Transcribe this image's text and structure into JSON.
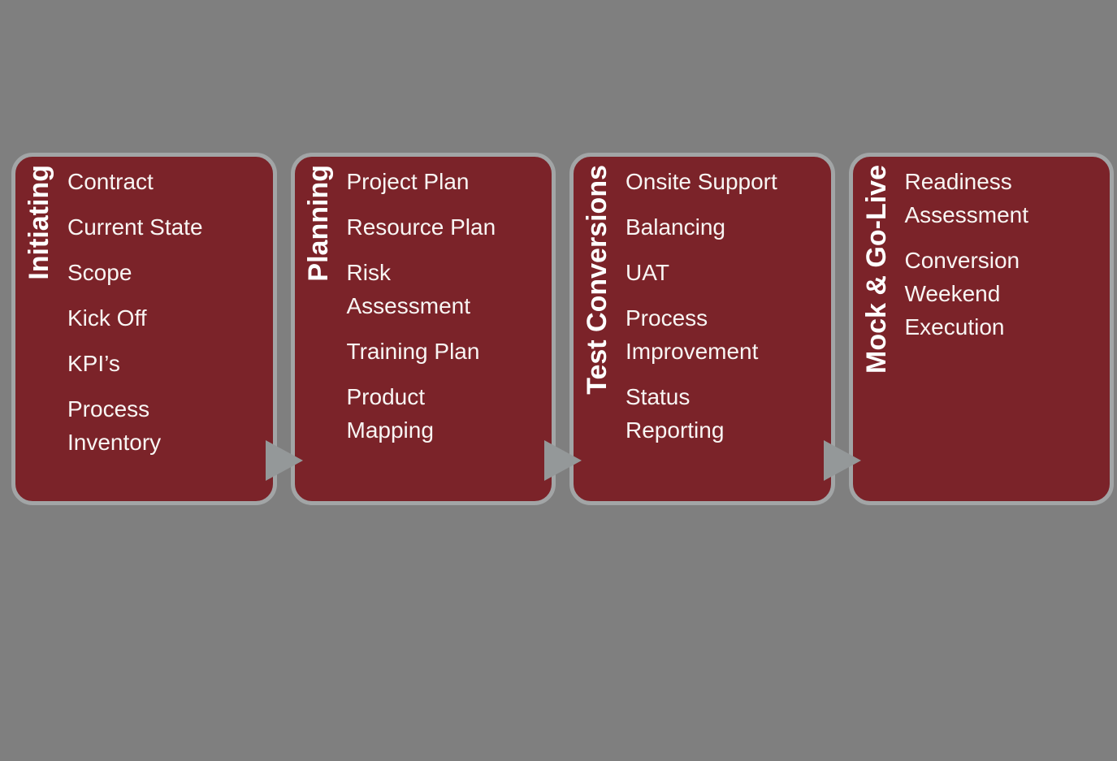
{
  "background_color": "#7f7f7f",
  "colors": {
    "box_fill": "#7b2329",
    "box_border": "#a2a5a6",
    "arrow": "#949899",
    "title_text": "#ffffff",
    "item_text": "#f8f5f3"
  },
  "stages": [
    {
      "title": "Initiating",
      "items": [
        "Contract",
        "Current State",
        "Scope",
        "Kick Off",
        "KPI’s",
        "Process\nInventory"
      ]
    },
    {
      "title": "Planning",
      "items": [
        "Project Plan",
        "Resource Plan",
        "Risk\nAssessment",
        "Training Plan",
        "Product\nMapping"
      ]
    },
    {
      "title": "Test Conversions",
      "items": [
        "Onsite Support",
        "Balancing",
        "UAT",
        "Process\nImprovement",
        "Status\nReporting"
      ]
    },
    {
      "title": "Mock & Go-Live",
      "items": [
        "Readiness\nAssessment",
        "Conversion\nWeekend\nExecution"
      ]
    }
  ],
  "arrows": [
    {
      "icon": "right-arrow"
    },
    {
      "icon": "right-arrow"
    },
    {
      "icon": "right-arrow"
    }
  ]
}
